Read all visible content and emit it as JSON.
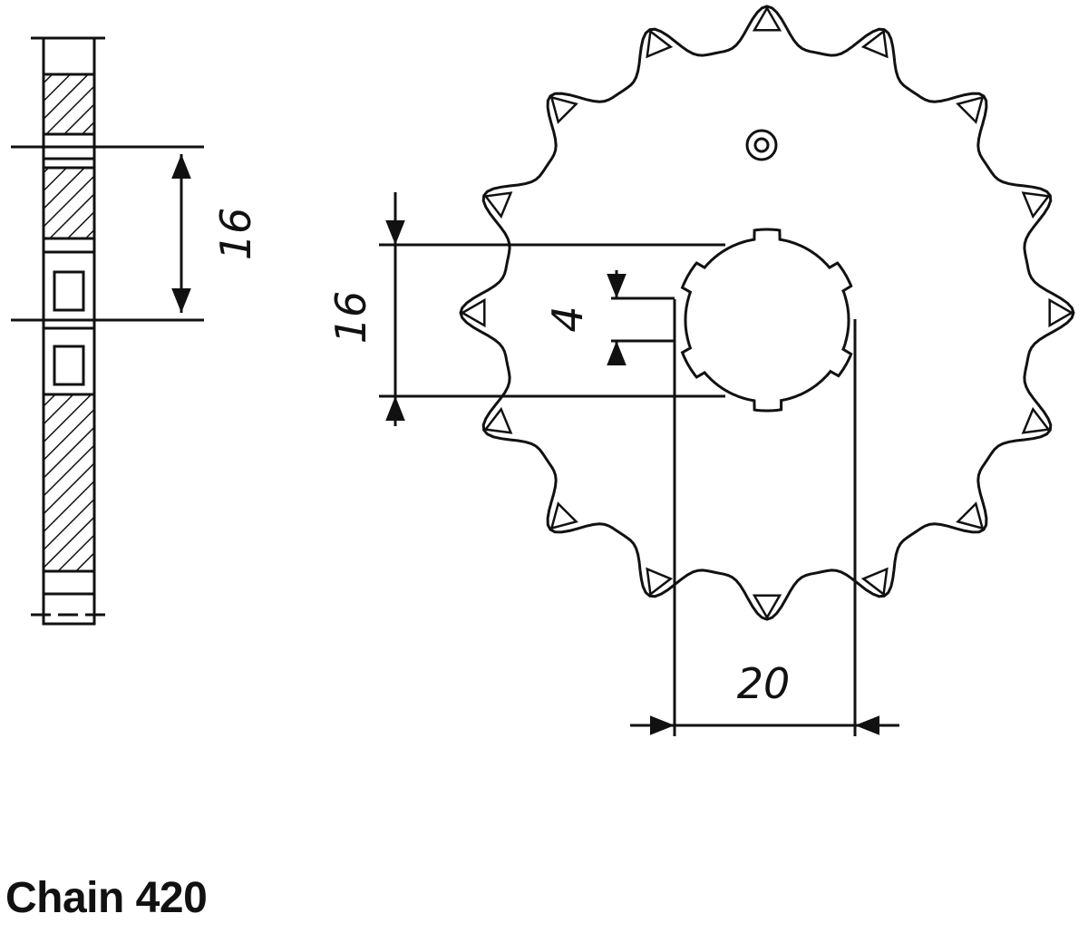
{
  "diagram": {
    "side_view": {
      "dimension_label": "16"
    },
    "front_view": {
      "tooth_count": 16,
      "bore_height_label": "16",
      "spline_width_label": "4",
      "bore_width_label": "20"
    },
    "caption": "Chain 420"
  },
  "colors": {
    "ink": "#111111",
    "background": "#ffffff"
  }
}
